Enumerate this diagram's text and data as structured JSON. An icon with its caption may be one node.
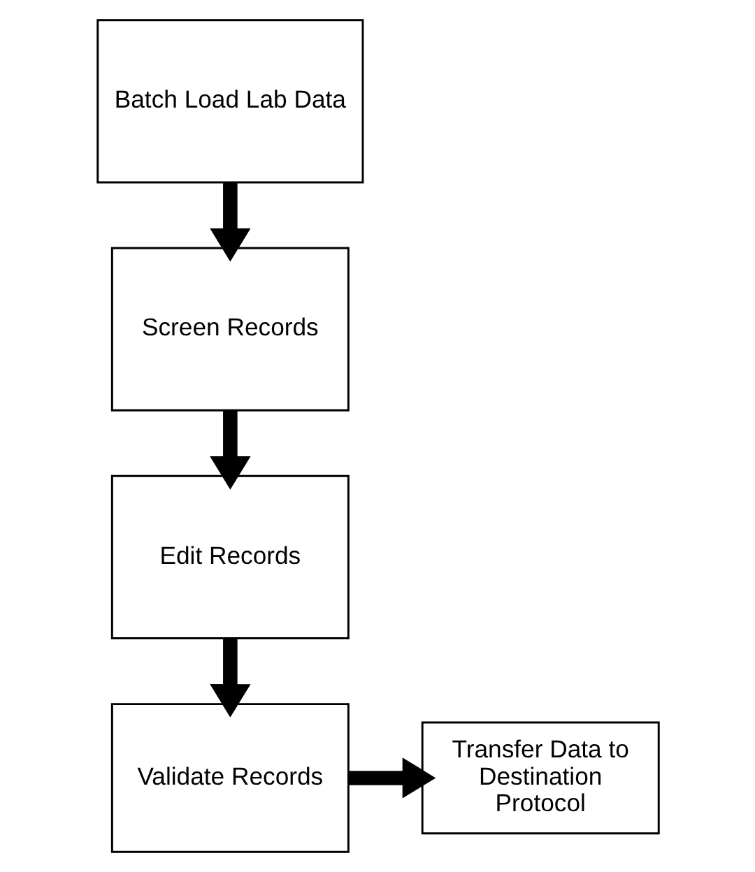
{
  "diagram": {
    "nodes": [
      {
        "text": [
          "Batch Load Lab Data"
        ]
      },
      {
        "text": [
          "Screen Records"
        ]
      },
      {
        "text": [
          "Edit Records"
        ]
      },
      {
        "text": [
          "Validate Records"
        ]
      },
      {
        "text": [
          "Transfer Data to Destination Protocol"
        ]
      }
    ],
    "edges": [
      {
        "from": 0,
        "to": 1,
        "arrow": "to"
      },
      {
        "from": 1,
        "to": 2,
        "arrow": "to"
      },
      {
        "from": 2,
        "to": 3,
        "arrow": "to"
      },
      {
        "from": 3,
        "to": 4,
        "arrow": "to"
      }
    ]
  }
}
